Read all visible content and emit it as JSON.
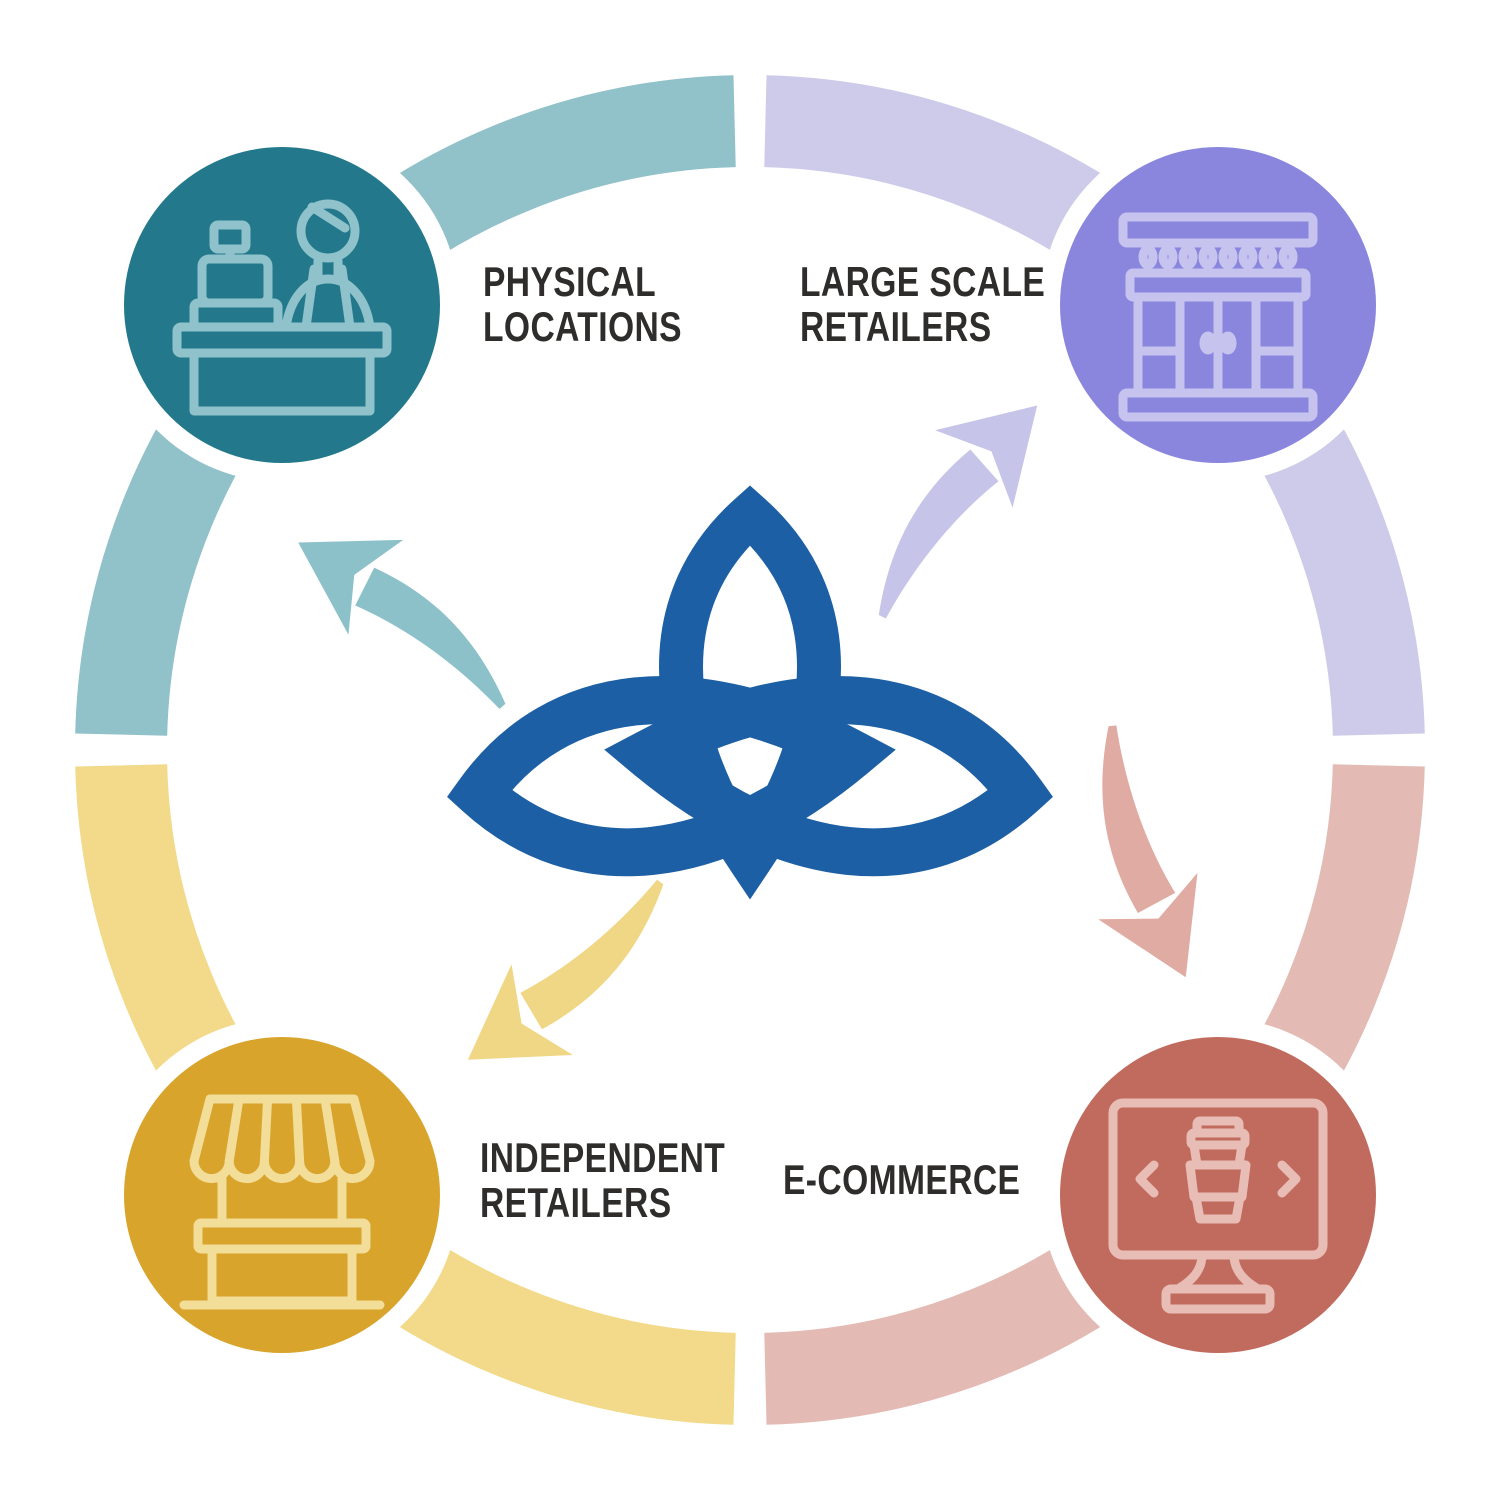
{
  "diagram": {
    "background": "#ffffff",
    "text_color": "#2e2d2b",
    "center_logo": {
      "name": "trefoil-leaf-logo",
      "color": "#1c5fa4"
    },
    "quadrants": [
      {
        "id": "physical-locations",
        "label": "PHYSICAL\nLOCATIONS",
        "position": "top-left",
        "circle_color": "#23798b",
        "icon": "cashier-counter-icon",
        "icon_color": "#8fc2cb",
        "arc_color": "#91c1c9",
        "arrow_color": "#8dc1ca"
      },
      {
        "id": "large-scale-retailers",
        "label": "LARGE SCALE\nRETAILERS",
        "position": "top-right",
        "circle_color": "#8a86de",
        "icon": "storefront-icon",
        "icon_color": "#c6c4ee",
        "arc_color": "#cdcbe9",
        "arrow_color": "#c6c4e8"
      },
      {
        "id": "independent-retailers",
        "label": "INDEPENDENT\nRETAILERS",
        "position": "bottom-left",
        "circle_color": "#d8a42c",
        "icon": "market-stall-icon",
        "icon_color": "#f2dd99",
        "arc_color": "#f2da8a",
        "arrow_color": "#f0d786"
      },
      {
        "id": "e-commerce",
        "label": "E-COMMERCE",
        "position": "bottom-right",
        "circle_color": "#c16b5e",
        "icon": "ecommerce-monitor-icon",
        "icon_color": "#e7bdb5",
        "arc_color": "#e4bbb4",
        "arrow_color": "#e0aba2"
      }
    ]
  }
}
